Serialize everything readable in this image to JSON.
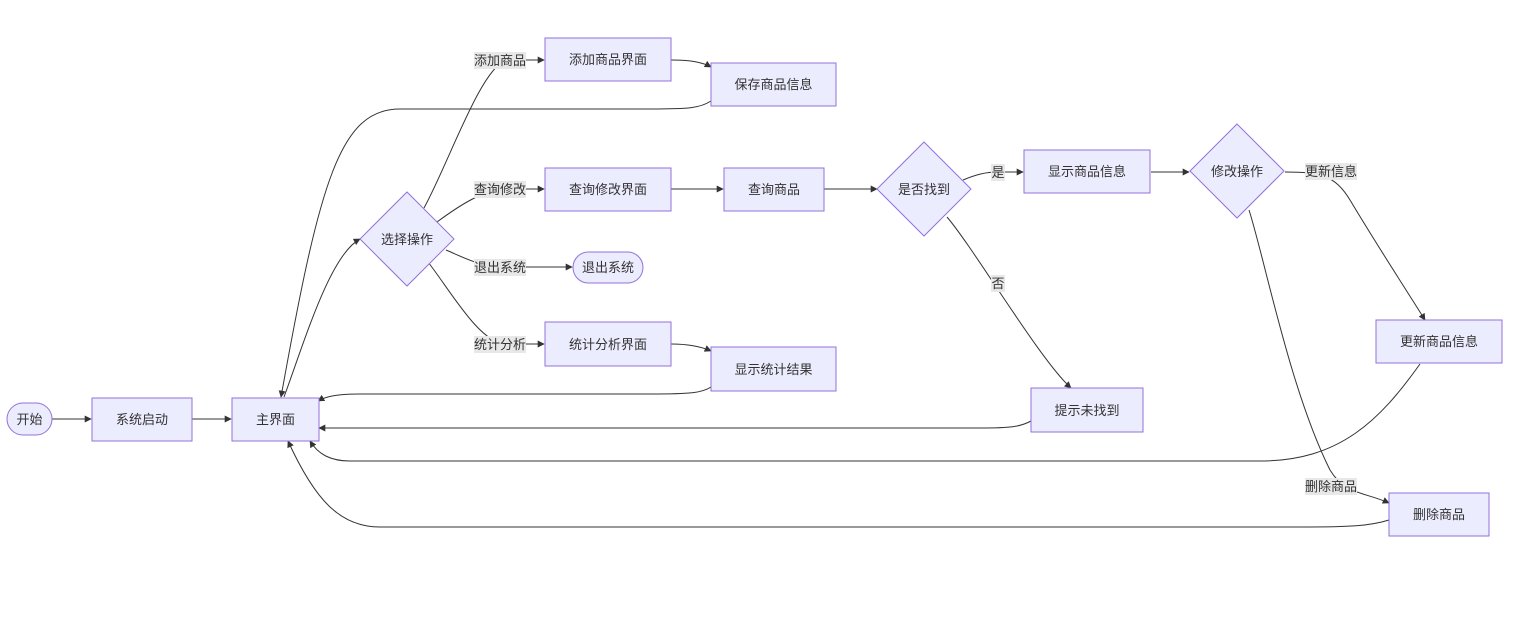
{
  "nodes": {
    "start": "开始",
    "boot": "系统启动",
    "main": "主界面",
    "choose": "选择操作",
    "add_ui": "添加商品界面",
    "save_info": "保存商品信息",
    "query_ui": "查询修改界面",
    "query_item": "查询商品",
    "found": "是否找到",
    "show_info": "显示商品信息",
    "modify": "修改操作",
    "update_info": "更新商品信息",
    "delete_item": "删除商品",
    "not_found": "提示未找到",
    "exit": "退出系统",
    "stat_ui": "统计分析界面",
    "stat_result": "显示统计结果"
  },
  "edge_labels": {
    "add": "添加商品",
    "query": "查询修改",
    "exit": "退出系统",
    "stat": "统计分析",
    "yes": "是",
    "no": "否",
    "update": "更新信息",
    "delete": "删除商品"
  },
  "colors": {
    "node_fill": "#ECECFF",
    "node_stroke": "#9370DB",
    "edge": "#333333",
    "label_bg": "#e8e8e8"
  }
}
